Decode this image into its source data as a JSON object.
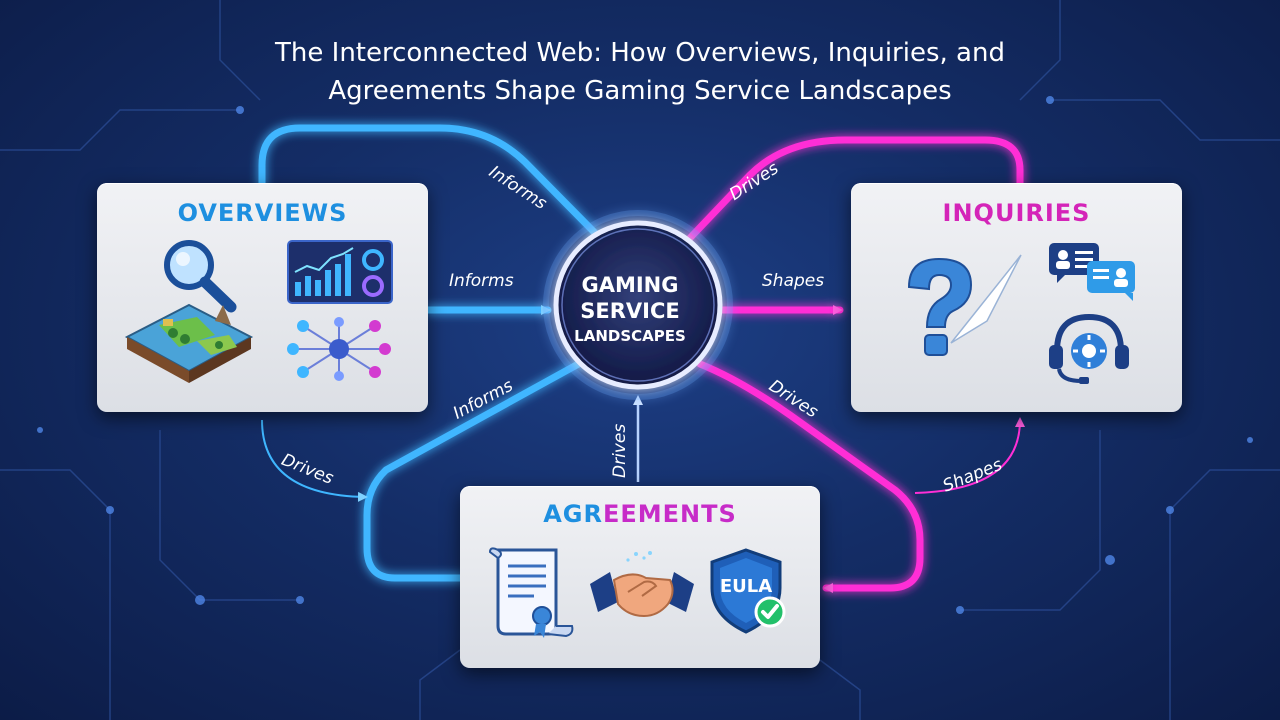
{
  "title": {
    "line1": "The Interconnected Web: How Overviews, Inquiries, and",
    "line2": "Agreements Shape Gaming Service Landscapes"
  },
  "hub": {
    "line1": "GAMING",
    "line2": "SERVICE",
    "line3": "LANDSCAPES"
  },
  "nodes": {
    "overviews": {
      "title": "OVERVIEWS",
      "icons": [
        "magnifier-icon",
        "game-map-icon",
        "dashboard-chart-icon",
        "network-graph-icon"
      ]
    },
    "inquiries": {
      "title": "INQUIRIES",
      "icons": [
        "question-mark-icon",
        "chat-bubbles-icon",
        "support-headset-icon"
      ]
    },
    "agreements": {
      "title": "AGREEMENTS",
      "title_part1": "AGR",
      "title_part2": "EEMENTS",
      "icons": [
        "contract-scroll-icon",
        "handshake-icon",
        "eula-shield-icon"
      ],
      "eula_text": "EULA"
    }
  },
  "edges": {
    "informs_top": "Informs",
    "informs_mid": "Informs",
    "informs_low": "Informs",
    "drives_top": "Drives",
    "shapes_mid": "Shapes",
    "drives_right": "Drives",
    "drives_left": "Drives",
    "drives_center": "Drives",
    "shapes_right": "Shapes"
  },
  "colors": {
    "cyan": "#3fb6ff",
    "magenta": "#ff2fd6",
    "overviews_title": "#1e8fe0",
    "inquiries_title": "#d424b8",
    "background": "#142d66"
  }
}
